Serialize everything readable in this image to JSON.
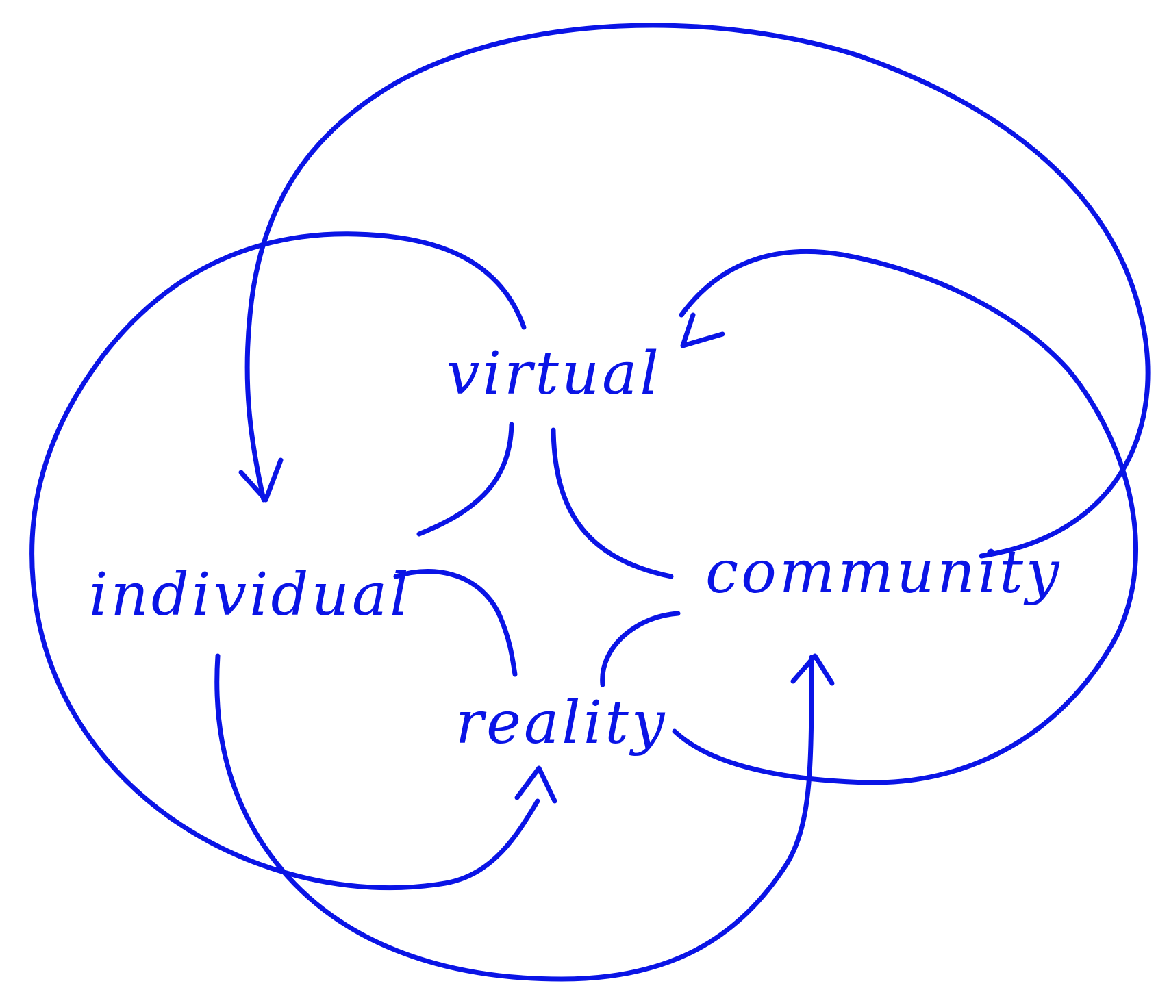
{
  "nodes": {
    "virtual": "virtual",
    "individual": "individual",
    "community": "community",
    "reality": "reality"
  },
  "colors": {
    "ink": "#0a14e6",
    "background": "#ffffff"
  }
}
